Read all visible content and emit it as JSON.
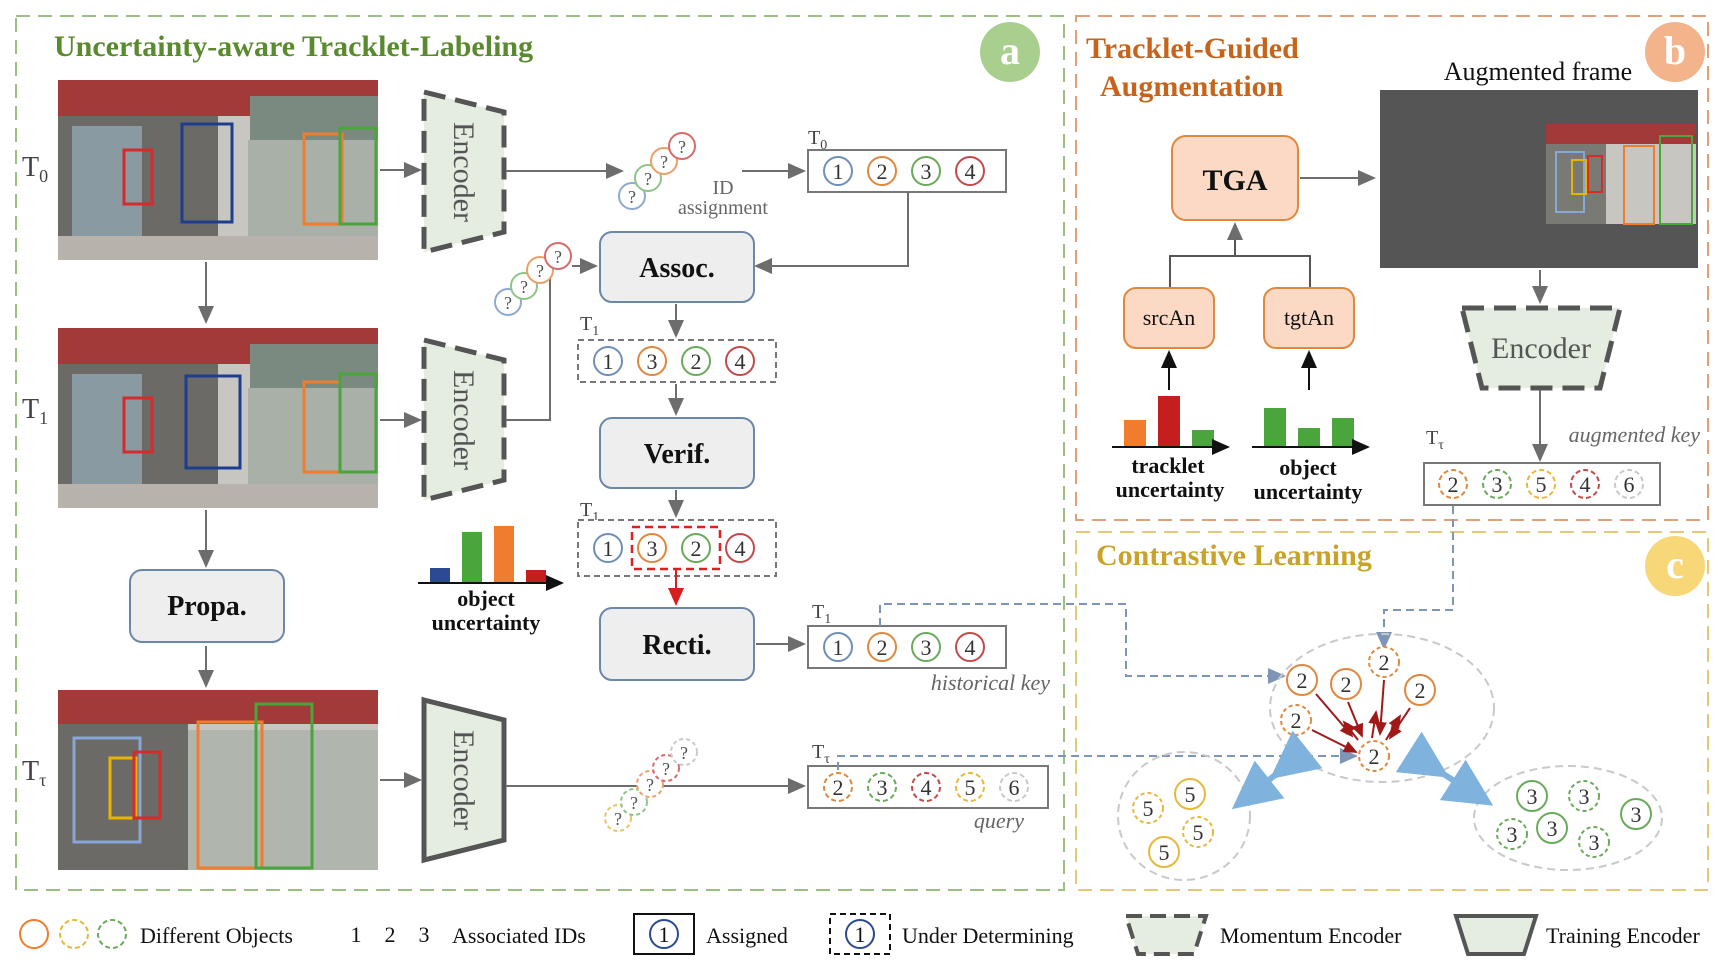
{
  "panel_a": {
    "title": "Uncertainty-aware Tracklet-Labeling",
    "badge": "a",
    "frame_labels": [
      "T",
      "T",
      "T"
    ],
    "frame_subs": [
      "0",
      "1",
      "τ"
    ],
    "encoder_label": "Encoder",
    "steps": {
      "assoc": "Assoc.",
      "verif": "Verif.",
      "recti": "Recti.",
      "propa": "Propa."
    },
    "id_assignment": "ID",
    "id_assignment_2": "assignment",
    "unknown_mark": "?",
    "row_labels": [
      "T",
      "T",
      "T",
      "T",
      "T"
    ],
    "row_subs": [
      "0",
      "1",
      "1",
      "1",
      "τ"
    ],
    "ids_t0": [
      "1",
      "2",
      "3",
      "4"
    ],
    "ids_t1": [
      "1",
      "3",
      "2",
      "4"
    ],
    "ids_verif": [
      "1",
      "3",
      "2",
      "4"
    ],
    "ids_recti": [
      "1",
      "2",
      "3",
      "4"
    ],
    "ids_query": [
      "2",
      "3",
      "4",
      "5",
      "6"
    ],
    "historical_key": "historical key",
    "query": "query",
    "object_uncertainty_1": "object",
    "object_uncertainty_2": "uncertainty"
  },
  "panel_b": {
    "title_1": "Tracklet-Guided",
    "title_2": "Augmentation",
    "badge": "b",
    "augmented_frame": "Augmented frame",
    "tga": "TGA",
    "src": "srcAn",
    "tgt": "tgtAn",
    "tracklet_1": "tracklet",
    "tracklet_2": "uncertainty",
    "object_1": "object",
    "object_2": "uncertainty",
    "encoder_label": "Encoder",
    "augmented_key": "augmented key",
    "key_label": "T",
    "key_sub": "τ",
    "ids_key": [
      "2",
      "3",
      "5",
      "4",
      "6"
    ]
  },
  "panel_c": {
    "title": "Contrastive Learning",
    "badge": "c",
    "center_ids": [
      "2",
      "2",
      "2",
      "2",
      "2",
      "2"
    ],
    "left_ids": [
      "5",
      "5",
      "5",
      "5"
    ],
    "right_ids": [
      "3",
      "3",
      "3",
      "3",
      "3",
      "3"
    ]
  },
  "legend": {
    "different_objects": "Different Objects",
    "associated_ids": "Associated IDs",
    "assoc_nums": [
      "1",
      "2",
      "3"
    ],
    "assigned": "Assigned",
    "under_determining": "Under Determining",
    "momentum_encoder": "Momentum Encoder",
    "training_encoder": "Training Encoder",
    "sample_id": "1"
  },
  "colors": {
    "green_title": "#5a8a2e",
    "orange_title": "#c7641b",
    "gold_title": "#c9a22a",
    "id_blue": "#6f8fb8",
    "id_orange": "#e0883e",
    "id_green": "#6aaa5a",
    "id_red": "#c44a4a",
    "id_yellow": "#e8b83a"
  }
}
